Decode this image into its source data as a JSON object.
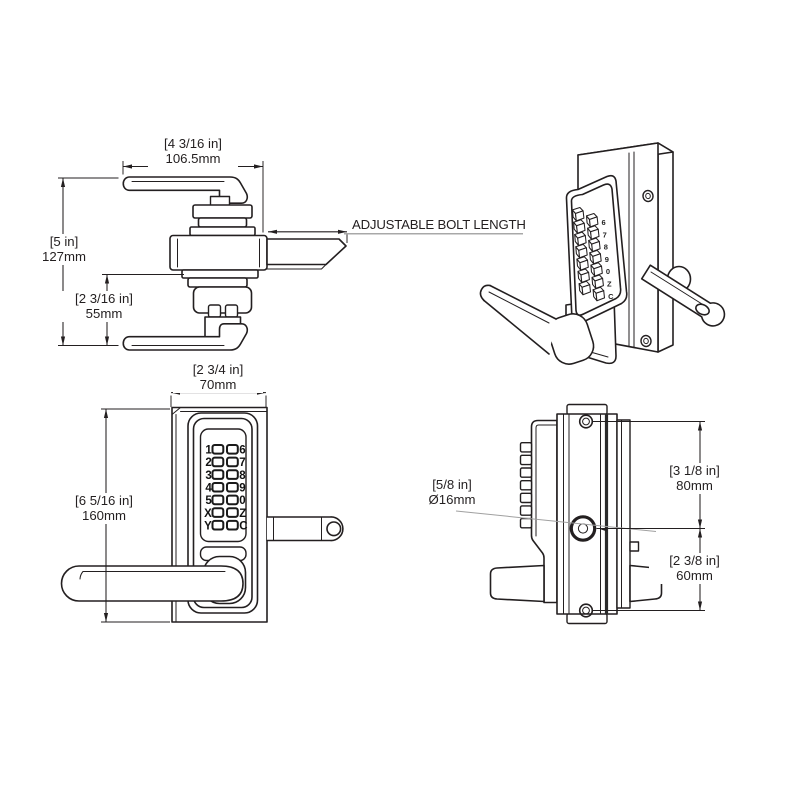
{
  "colors": {
    "line": "#231f20",
    "leader": "#a0a0a0",
    "text": "#231f20",
    "background": "#ffffff"
  },
  "views": {
    "top_view": {
      "width_dim": {
        "line1": "[4 3/16 in]",
        "line2": "106.5mm"
      },
      "height_dim": {
        "line1": "[5 in]",
        "line2": "127mm"
      },
      "backset_dim": {
        "line1": "[2 3/16 in]",
        "line2": "55mm"
      },
      "bolt_callout": "ADJUSTABLE BOLT LENGTH"
    },
    "front_view": {
      "width_dim": {
        "line1": "[2 3/4 in]",
        "line2": "70mm"
      },
      "height_dim": {
        "line1": "[6 5/16 in]",
        "line2": "160mm"
      },
      "keypad_rows": [
        {
          "left": "1",
          "right": "6"
        },
        {
          "left": "2",
          "right": "7"
        },
        {
          "left": "3",
          "right": "8"
        },
        {
          "left": "4",
          "right": "9"
        },
        {
          "left": "5",
          "right": "0"
        },
        {
          "left": "X",
          "right": "Z"
        },
        {
          "left": "Y",
          "right": "C"
        }
      ]
    },
    "side_view": {
      "hole_dim": {
        "line1": "[5/8 in]",
        "line2": "Ø16mm"
      },
      "upper_spacing_dim": {
        "line1": "[3 1/8 in]",
        "line2": "80mm"
      },
      "lower_spacing_dim": {
        "line1": "[2 3/8 in]",
        "line2": "60mm"
      }
    }
  }
}
